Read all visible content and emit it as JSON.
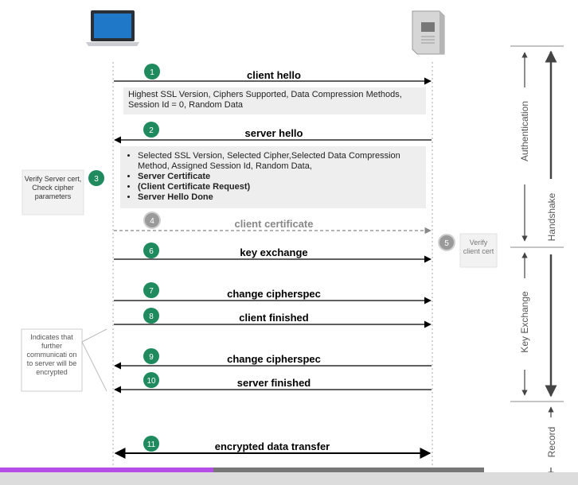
{
  "steps": [
    {
      "num": "1",
      "label": "client hello"
    },
    {
      "num": "2",
      "label": "server hello"
    },
    {
      "num": "3",
      "label": ""
    },
    {
      "num": "4",
      "label": "client certificate"
    },
    {
      "num": "5",
      "label": ""
    },
    {
      "num": "6",
      "label": "key exchange"
    },
    {
      "num": "7",
      "label": "change cipherspec"
    },
    {
      "num": "8",
      "label": "client finished"
    },
    {
      "num": "9",
      "label": "change cipherspec"
    },
    {
      "num": "10",
      "label": "server finished"
    },
    {
      "num": "11",
      "label": "encrypted data transfer"
    }
  ],
  "client_hello_details": "Highest SSL Version, Ciphers Supported, Data Compression Methods, Session Id = 0, Random Data",
  "server_hello_details": [
    "Selected SSL Version, Selected Cipher,Selected Data Compression Method, Assigned Session Id, Random Data,",
    "Server Certificate",
    "(Client Certificate Request)",
    "Server Hello Done"
  ],
  "notes": {
    "verify_server": "Verify Server cert, Check cipher parameters",
    "verify_client": "Verify client cert",
    "encrypted_note": "Indicates that further communicati on to server will be encrypted"
  },
  "phases": {
    "authentication": "Authentication",
    "key_exchange": "Key Exchange",
    "handshake": "Handshake",
    "record": "Record"
  },
  "colors": {
    "step_badge": "#1e8a5e",
    "step_badge_inactive": "#9a9a9a",
    "arrow": "#000000",
    "arrow_dashed": "#888888",
    "detail_box": "#eeeeee",
    "progress_played": "#b44ee6"
  },
  "icons": {
    "client": "laptop-icon",
    "server": "server-icon"
  },
  "video_progress": 0.44
}
